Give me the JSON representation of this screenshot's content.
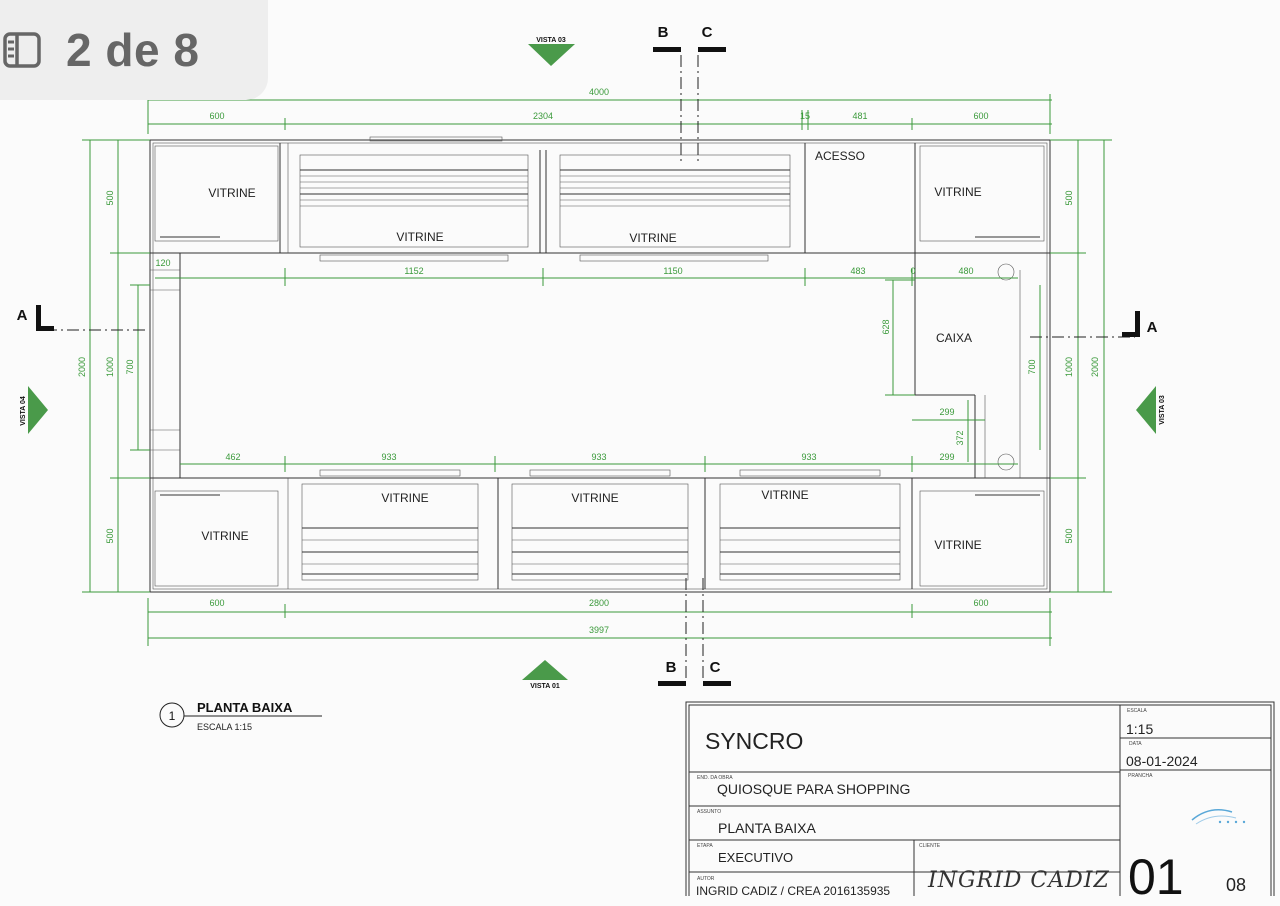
{
  "page_indicator": {
    "text": "2 de 8",
    "icon": "sidebar-panel-icon"
  },
  "colors": {
    "dimension": "#3b9a3b",
    "line": "#444444",
    "marker": "#4a9a4a"
  },
  "views": {
    "top": "VISTA 03",
    "bottom": "VISTA 01",
    "left": "VISTA 04",
    "right": "VISTA 03"
  },
  "sections": {
    "b": "B",
    "c": "C",
    "a": "A"
  },
  "dimensions": {
    "overall_top": "4000",
    "top_600_left": "600",
    "top_2304": "2304",
    "top_15": "15",
    "top_481": "481",
    "top_600_right": "600",
    "inner_120": "120",
    "inner_1152": "1152",
    "inner_1150": "1150",
    "inner_483": "483",
    "inner_0": "0",
    "inner_480": "480",
    "caixa_628": "628",
    "caixa_299a": "299",
    "caixa_372": "372",
    "caixa_299b": "299",
    "bottom_inner_462": "462",
    "bottom_inner_933a": "933",
    "bottom_inner_933b": "933",
    "bottom_inner_933c": "933",
    "bottom_600_left": "600",
    "bottom_2800": "2800",
    "bottom_600_right": "600",
    "overall_bottom": "3997",
    "left_500_top": "500",
    "left_2000": "2000",
    "left_1000": "1000",
    "left_700": "700",
    "left_500_bottom": "500",
    "right_500_top": "500",
    "right_700": "700",
    "right_1000": "1000",
    "right_2000": "2000",
    "right_500_bottom": "500"
  },
  "labels": {
    "vitrine": "VITRINE",
    "acesso": "ACESSO",
    "caixa": "CAIXA"
  },
  "caption": {
    "number": "1",
    "title": "PLANTA BAIXA",
    "scale": "ESCALA 1:15"
  },
  "title_block": {
    "company": "SYNCRO",
    "escala_label": "ESCALA",
    "escala": "1:15",
    "data_label": "DATA",
    "data": "08-01-2024",
    "prancha_label": "PRANCHA",
    "end_obra_label": "END. DA OBRA",
    "end_obra": "QUIOSQUE PARA SHOPPING",
    "assunto_label": "ASSUNTO",
    "assunto": "PLANTA BAIXA",
    "etapa_label": "ETAPA",
    "etapa": "EXECUTIVO",
    "cliente_label": "CLIENTE",
    "autor_label": "AUTOR",
    "autor": "INGRID CADIZ  / CREA 2016135935",
    "signature": "INGRID CADIZ",
    "sheet": "01",
    "total": "08"
  }
}
